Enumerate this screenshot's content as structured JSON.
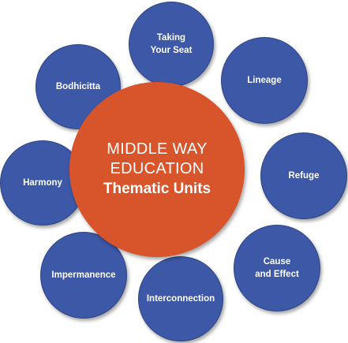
{
  "colors": {
    "center_fill": "#d8542b",
    "node_fill": "#3c58a6",
    "text": "#ffffff",
    "background": "#ffffff"
  },
  "center": {
    "line1": "MIDDLE WAY",
    "line2": "EDUCATION",
    "line3": "Thematic Units"
  },
  "units": [
    {
      "label": "Taking\nYour Seat"
    },
    {
      "label": "Lineage"
    },
    {
      "label": "Refuge"
    },
    {
      "label": "Cause\nand Effect"
    },
    {
      "label": "Interconnection"
    },
    {
      "label": "Impermanence"
    },
    {
      "label": "Harmony"
    },
    {
      "label": "Bodhicitta"
    }
  ]
}
